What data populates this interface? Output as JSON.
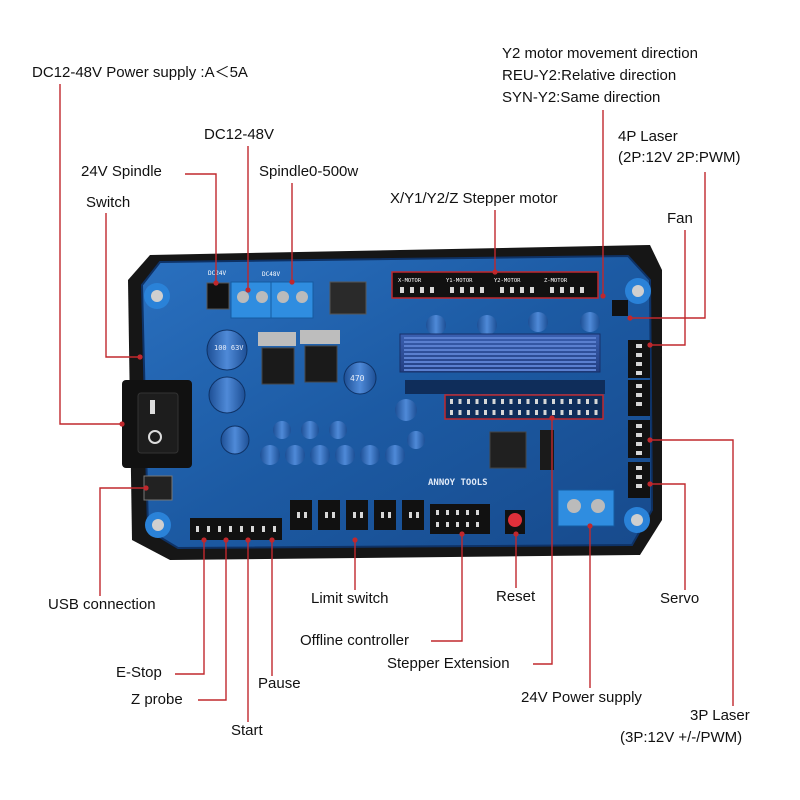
{
  "labels": {
    "power_supply": "DC12-48V Power supply :A＜5A",
    "dc12_48v": "DC12-48V",
    "spindle_24v": "24V Spindle",
    "spindle_0_500w": "Spindle0-500w",
    "switch": "Switch",
    "y2_direction_line1": "Y2 motor movement direction",
    "y2_direction_line2": "REU-Y2:Relative direction",
    "y2_direction_line3": "SYN-Y2:Same direction",
    "laser_4p_line1": "4P Laser",
    "laser_4p_line2": "(2P:12V 2P:PWM)",
    "fan": "Fan",
    "stepper_motor": "X/Y1/Y2/Z Stepper motor",
    "usb_connection": "USB connection",
    "limit_switch": "Limit switch",
    "reset": "Reset",
    "servo": "Servo",
    "offline_controller": "Offline controller",
    "stepper_extension": "Stepper Extension",
    "e_stop": "E-Stop",
    "pause": "Pause",
    "z_probe": "Z probe",
    "power_24v": "24V Power supply",
    "start": "Start",
    "laser_3p_line1": "3P Laser",
    "laser_3p_line2": "(3P:12V +/-/PWM)"
  },
  "board": {
    "brand_text": "ANNOY TOOLS",
    "motor_headers": [
      "X-MOTOR",
      "Y1-MOTOR",
      "Y2-MOTOR",
      "Z-MOTOR"
    ],
    "power_header": "DC48V",
    "spindle_header": "DC24V",
    "capacitor_text": "100 63V",
    "inductor_text": "470"
  },
  "colors": {
    "leader_line": "#c0282d",
    "board_blue": "#1f5fa8",
    "board_dark": "#1a1a1a",
    "terminal_blue": "#2f8de0"
  }
}
